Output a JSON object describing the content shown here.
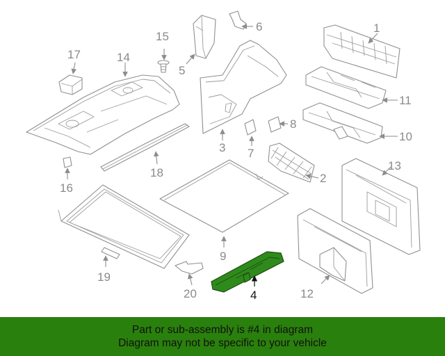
{
  "colors": {
    "highlight_fill": "#2f8a1c",
    "banner_background": "#2a800c",
    "callout_text": "#8a8a8a",
    "highlight_callout_text": "#111111"
  },
  "diagram": {
    "highlighted_part": "4",
    "callouts": [
      "1",
      "2",
      "3",
      "4",
      "5",
      "6",
      "7",
      "8",
      "9",
      "10",
      "11",
      "12",
      "13",
      "14",
      "15",
      "16",
      "17",
      "18",
      "19",
      "20"
    ]
  },
  "banner": {
    "line1": "Part or sub-assembly is #4 in diagram",
    "line2": "Diagram may not be specific to your vehicle"
  }
}
